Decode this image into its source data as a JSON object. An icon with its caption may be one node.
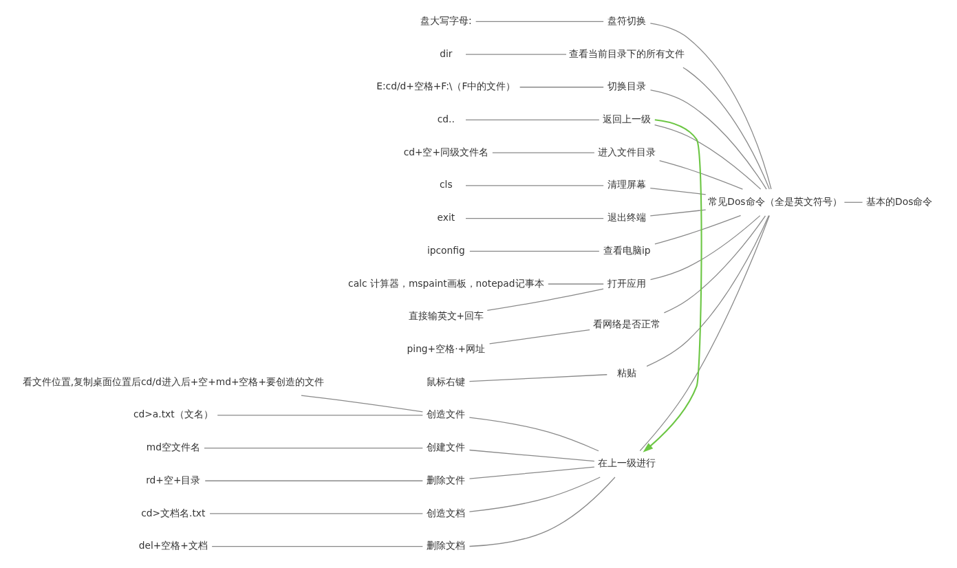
{
  "diagram": {
    "nodes": [
      {
        "text": [
          "基本的Dos命令"
        ]
      },
      {
        "text": [
          "常见Dos命令（全是英文符号）"
        ]
      },
      {
        "text": [
          "盘符切换"
        ]
      },
      {
        "text": [
          "盘大写字母:"
        ]
      },
      {
        "text": [
          "查看当前目录下的所有文件"
        ]
      },
      {
        "text": [
          "dir"
        ]
      },
      {
        "text": [
          "切换目录"
        ]
      },
      {
        "text": [
          "E:cd/d+空格+F:\\（F中的文件）"
        ]
      },
      {
        "text": [
          "返回上一级"
        ]
      },
      {
        "text": [
          "cd.."
        ]
      },
      {
        "text": [
          "进入文件目录"
        ]
      },
      {
        "text": [
          "cd+空+同级文件名"
        ]
      },
      {
        "text": [
          "清理屏幕"
        ]
      },
      {
        "text": [
          "cls"
        ]
      },
      {
        "text": [
          "退出终端"
        ]
      },
      {
        "text": [
          "exit"
        ]
      },
      {
        "text": [
          "查看电脑ip"
        ]
      },
      {
        "text": [
          "ipconfig"
        ]
      },
      {
        "text": [
          "打开应用"
        ]
      },
      {
        "text": [
          "calc 计算器，mspaint画板，notepad记事本"
        ]
      },
      {
        "text": [
          "直接输英文+回车"
        ]
      },
      {
        "text": [
          "看网络是否正常"
        ]
      },
      {
        "text": [
          "ping+空格·+网址"
        ]
      },
      {
        "text": [
          "粘贴"
        ]
      },
      {
        "text": [
          "鼠标右键"
        ]
      },
      {
        "text": [
          "在上一级进行"
        ]
      },
      {
        "text": [
          "创造文件"
        ]
      },
      {
        "text": [
          "看文件位置,复制桌面位置后cd/d进入后+空+md+空格+要创造的文件"
        ]
      },
      {
        "text": [
          "cd>a.txt（文名）"
        ]
      },
      {
        "text": [
          "创建文件"
        ]
      },
      {
        "text": [
          "md空文件名"
        ]
      },
      {
        "text": [
          "删除文件"
        ]
      },
      {
        "text": [
          "rd+空+目录"
        ]
      },
      {
        "text": [
          "创造文档"
        ]
      },
      {
        "text": [
          "cd>文档名.txt"
        ]
      },
      {
        "text": [
          "删除文档"
        ]
      },
      {
        "text": [
          "del+空格+文档"
        ]
      }
    ],
    "edges": [
      {
        "from": 0,
        "to": 1,
        "arrow": "none"
      },
      {
        "from": 1,
        "to": 2,
        "arrow": "none"
      },
      {
        "from": 2,
        "to": 3,
        "arrow": "none"
      },
      {
        "from": 1,
        "to": 4,
        "arrow": "none"
      },
      {
        "from": 4,
        "to": 5,
        "arrow": "none"
      },
      {
        "from": 1,
        "to": 6,
        "arrow": "none"
      },
      {
        "from": 6,
        "to": 7,
        "arrow": "none"
      },
      {
        "from": 1,
        "to": 8,
        "arrow": "none"
      },
      {
        "from": 8,
        "to": 9,
        "arrow": "none"
      },
      {
        "from": 1,
        "to": 10,
        "arrow": "none"
      },
      {
        "from": 10,
        "to": 11,
        "arrow": "none"
      },
      {
        "from": 1,
        "to": 12,
        "arrow": "none"
      },
      {
        "from": 12,
        "to": 13,
        "arrow": "none"
      },
      {
        "from": 1,
        "to": 14,
        "arrow": "none"
      },
      {
        "from": 14,
        "to": 15,
        "arrow": "none"
      },
      {
        "from": 1,
        "to": 16,
        "arrow": "none"
      },
      {
        "from": 16,
        "to": 17,
        "arrow": "none"
      },
      {
        "from": 1,
        "to": 18,
        "arrow": "none"
      },
      {
        "from": 18,
        "to": 19,
        "arrow": "none"
      },
      {
        "from": 18,
        "to": 20,
        "arrow": "none"
      },
      {
        "from": 1,
        "to": 21,
        "arrow": "none"
      },
      {
        "from": 21,
        "to": 22,
        "arrow": "none"
      },
      {
        "from": 1,
        "to": 23,
        "arrow": "none"
      },
      {
        "from": 23,
        "to": 24,
        "arrow": "none"
      },
      {
        "from": 1,
        "to": 25,
        "arrow": "none"
      },
      {
        "from": 25,
        "to": 26,
        "arrow": "none"
      },
      {
        "from": 26,
        "to": 27,
        "arrow": "none"
      },
      {
        "from": 26,
        "to": 28,
        "arrow": "none"
      },
      {
        "from": 25,
        "to": 29,
        "arrow": "none"
      },
      {
        "from": 29,
        "to": 30,
        "arrow": "none"
      },
      {
        "from": 25,
        "to": 31,
        "arrow": "none"
      },
      {
        "from": 31,
        "to": 32,
        "arrow": "none"
      },
      {
        "from": 25,
        "to": 33,
        "arrow": "none"
      },
      {
        "from": 33,
        "to": 34,
        "arrow": "none"
      },
      {
        "from": 25,
        "to": 35,
        "arrow": "none"
      },
      {
        "from": 35,
        "to": 36,
        "arrow": "none"
      },
      {
        "from": 8,
        "to": 25,
        "arrow": "to",
        "color": "#6cc644"
      }
    ]
  }
}
